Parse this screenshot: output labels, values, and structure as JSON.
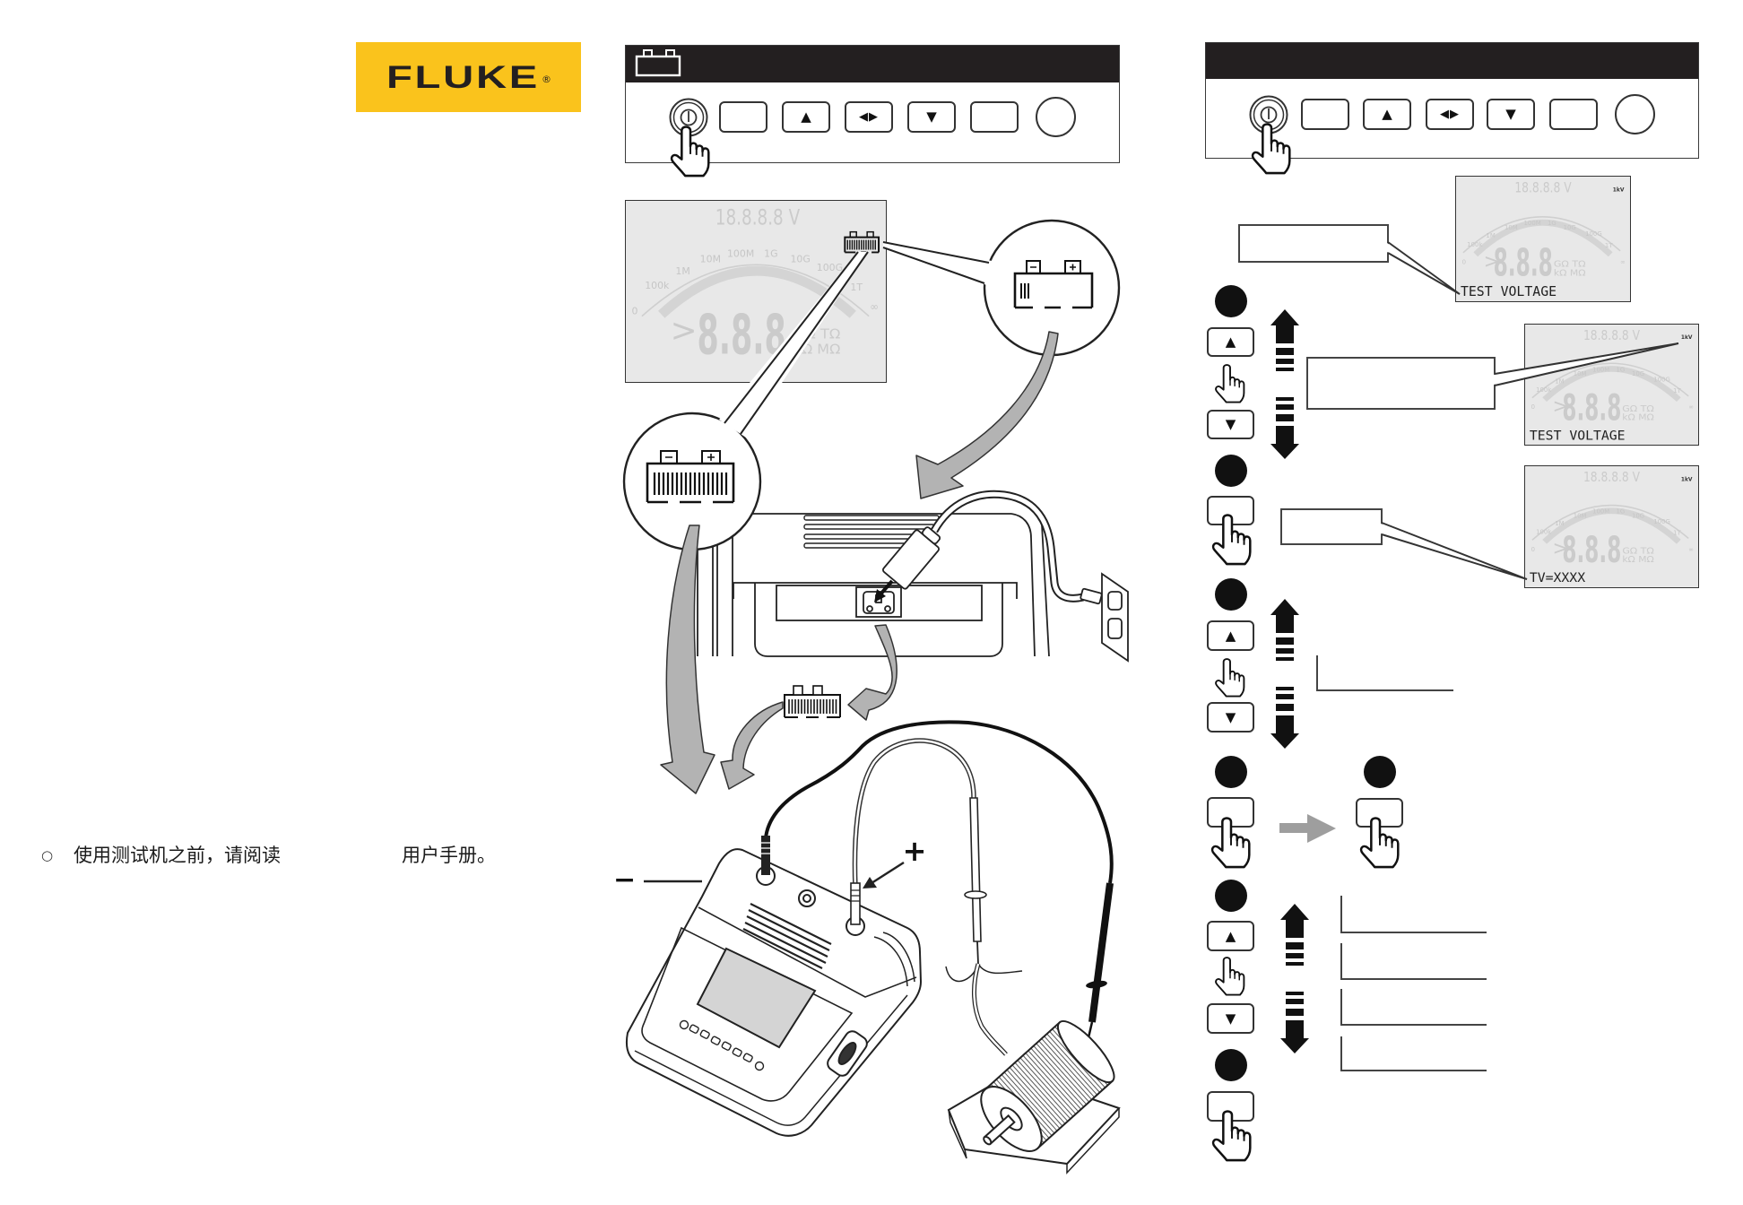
{
  "logo": {
    "text": "FLUKE",
    "registered": "®"
  },
  "intro": {
    "bullet": "○",
    "text_before": "使用测试机之前，请阅读",
    "text_after": "用户手册。"
  },
  "keypad": {
    "up": "▲",
    "left_right": "◀▶",
    "down": "▼"
  },
  "lcd_main": {
    "readout_top": "18.8.8.8 V",
    "scale_labels": [
      "0",
      "100k",
      "1M",
      "10M",
      "100M",
      "1G",
      "10G",
      "100G",
      "1T",
      "∞"
    ],
    "comparator": ">",
    "digits": "8.8.8",
    "units_top": "GΩ TΩ",
    "units_bottom": "kΩ MΩ"
  },
  "small_displays": [
    {
      "readout_top": "18.8.8.8 V",
      "range_flag": "1kV",
      "comparator": ">",
      "digits": "8.8.8",
      "units_top": "GΩ TΩ",
      "units_bottom": "kΩ MΩ",
      "status": "TEST VOLTAGE"
    },
    {
      "readout_top": "18.8.8.8 V",
      "range_flag": "1kV",
      "comparator": ">",
      "digits": "8.8.8",
      "units_top": "GΩ TΩ",
      "units_bottom": "kΩ MΩ",
      "status": "TEST VOLTAGE"
    },
    {
      "readout_top": "18.8.8.8 V",
      "range_flag": "1kV",
      "comparator": ">",
      "digits": "8.8.8",
      "units_top": "GΩ TΩ",
      "units_bottom": "kΩ MΩ",
      "status": "TV=XXXX"
    }
  ],
  "terminals": {
    "negative": "−",
    "positive": "+"
  },
  "colors": {
    "brand_yellow": "#fac31c",
    "panel_header": "#231f20",
    "lcd_background": "#e8e8e8",
    "lcd_segment": "#cbcbcb",
    "arrow_gray": "#b3b3b3"
  }
}
